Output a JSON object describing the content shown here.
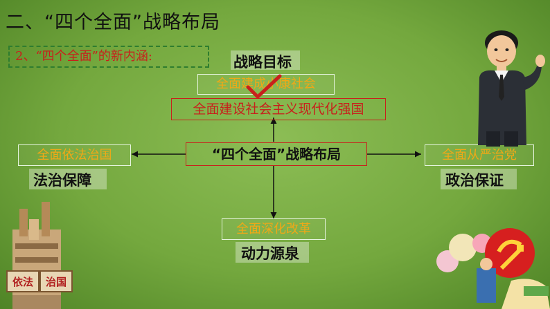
{
  "slide": {
    "title": "二、“四个全面”战略布局",
    "subtitle": "2、“四个全面”的新内涵:",
    "center": "“四个全面”战略布局",
    "top": {
      "label": "战略目标",
      "item1": "全面建成小康社会",
      "item2": "全面建设社会主义现代化强国"
    },
    "left": {
      "item": "全面依法治国",
      "label": "法治保障"
    },
    "right": {
      "item": "全面从严治党",
      "label": "政治保证"
    },
    "bottom": {
      "item": "全面深化改革",
      "label": "动力源泉"
    },
    "tower_sign": [
      "依法",
      "治国"
    ]
  },
  "colors": {
    "accent_orange": "#f0a817",
    "accent_red": "#c8201c",
    "background_green": "#74a83e"
  },
  "icons": [
    "checkmark-icon",
    "person-illustration",
    "tower-illustration",
    "party-badge-illustration"
  ]
}
